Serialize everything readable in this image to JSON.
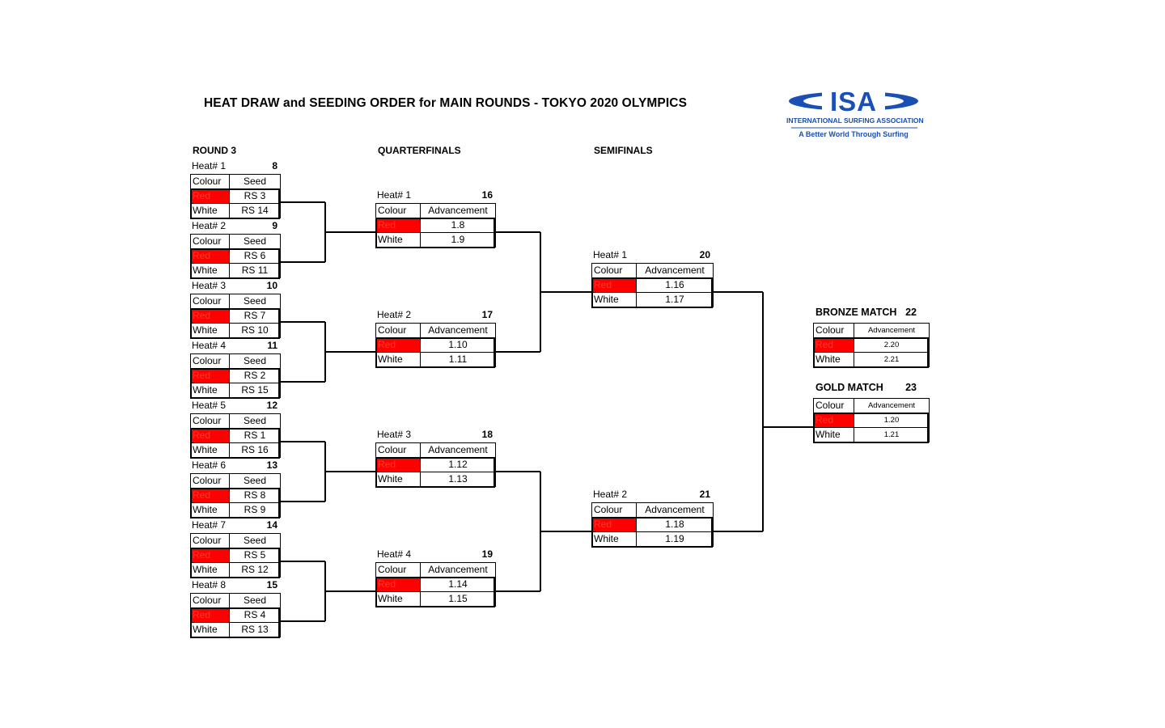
{
  "title": "HEAT DRAW and  SEEDING ORDER for MAIN  ROUNDS - TOKYO 2020 OLYMPICS",
  "logo": {
    "text": "ISA",
    "line1": "INTERNATIONAL SURFING ASSOCIATION",
    "line2": "A Better World Through Surfing",
    "color": "#1a4fb5"
  },
  "headers": {
    "colour": "Colour",
    "seed": "Seed",
    "advancement": "Advancement"
  },
  "rounds": {
    "round3": {
      "label": "ROUND 3",
      "heats": [
        {
          "name": "Heat# 1",
          "number": "8",
          "red": {
            "colour": "Red",
            "value": "RS 3"
          },
          "white": {
            "colour": "White",
            "value": "RS 14"
          }
        },
        {
          "name": "Heat# 2",
          "number": "9",
          "red": {
            "colour": "Red",
            "value": "RS 6"
          },
          "white": {
            "colour": "White",
            "value": "RS 11"
          }
        },
        {
          "name": "Heat# 3",
          "number": "10",
          "red": {
            "colour": "Red",
            "value": "RS 7"
          },
          "white": {
            "colour": "White",
            "value": "RS 10"
          }
        },
        {
          "name": "Heat# 4",
          "number": "11",
          "red": {
            "colour": "Red",
            "value": "RS 2"
          },
          "white": {
            "colour": "White",
            "value": "RS 15"
          }
        },
        {
          "name": "Heat# 5",
          "number": "12",
          "red": {
            "colour": "Red",
            "value": "RS 1"
          },
          "white": {
            "colour": "White",
            "value": "RS 16"
          }
        },
        {
          "name": "Heat# 6",
          "number": "13",
          "red": {
            "colour": "Red",
            "value": "RS 8"
          },
          "white": {
            "colour": "White",
            "value": "RS 9"
          }
        },
        {
          "name": "Heat# 7",
          "number": "14",
          "red": {
            "colour": "Red",
            "value": "RS 5"
          },
          "white": {
            "colour": "White",
            "value": "RS 12"
          }
        },
        {
          "name": "Heat# 8",
          "number": "15",
          "red": {
            "colour": "Red",
            "value": "RS 4"
          },
          "white": {
            "colour": "White",
            "value": "RS 13"
          }
        }
      ]
    },
    "quarterfinals": {
      "label": "QUARTERFINALS",
      "heats": [
        {
          "name": "Heat# 1",
          "number": "16",
          "red": {
            "colour": "Red",
            "value": "1.8"
          },
          "white": {
            "colour": "White",
            "value": "1.9"
          }
        },
        {
          "name": "Heat# 2",
          "number": "17",
          "red": {
            "colour": "Red",
            "value": "1.10"
          },
          "white": {
            "colour": "White",
            "value": "1.11"
          }
        },
        {
          "name": "Heat# 3",
          "number": "18",
          "red": {
            "colour": "Red",
            "value": "1.12"
          },
          "white": {
            "colour": "White",
            "value": "1.13"
          }
        },
        {
          "name": "Heat# 4",
          "number": "19",
          "red": {
            "colour": "Red",
            "value": "1.14"
          },
          "white": {
            "colour": "White",
            "value": "1.15"
          }
        }
      ]
    },
    "semifinals": {
      "label": "SEMIFINALS",
      "heats": [
        {
          "name": "Heat# 1",
          "number": "20",
          "red": {
            "colour": "Red",
            "value": "1.16"
          },
          "white": {
            "colour": "White",
            "value": "1.17"
          }
        },
        {
          "name": "Heat# 2",
          "number": "21",
          "red": {
            "colour": "Red",
            "value": "1.18"
          },
          "white": {
            "colour": "White",
            "value": "1.19"
          }
        }
      ]
    },
    "medals": {
      "bronze": {
        "label": "BRONZE MATCH",
        "number": "22",
        "red": {
          "colour": "Red",
          "value": "2.20"
        },
        "white": {
          "colour": "White",
          "value": "2.21"
        }
      },
      "gold": {
        "label": "GOLD MATCH",
        "number": "23",
        "red": {
          "colour": "Red",
          "value": "1.20"
        },
        "white": {
          "colour": "White",
          "value": "1.21"
        }
      }
    }
  },
  "colors": {
    "red": "#ff0000",
    "line": "#000000"
  }
}
